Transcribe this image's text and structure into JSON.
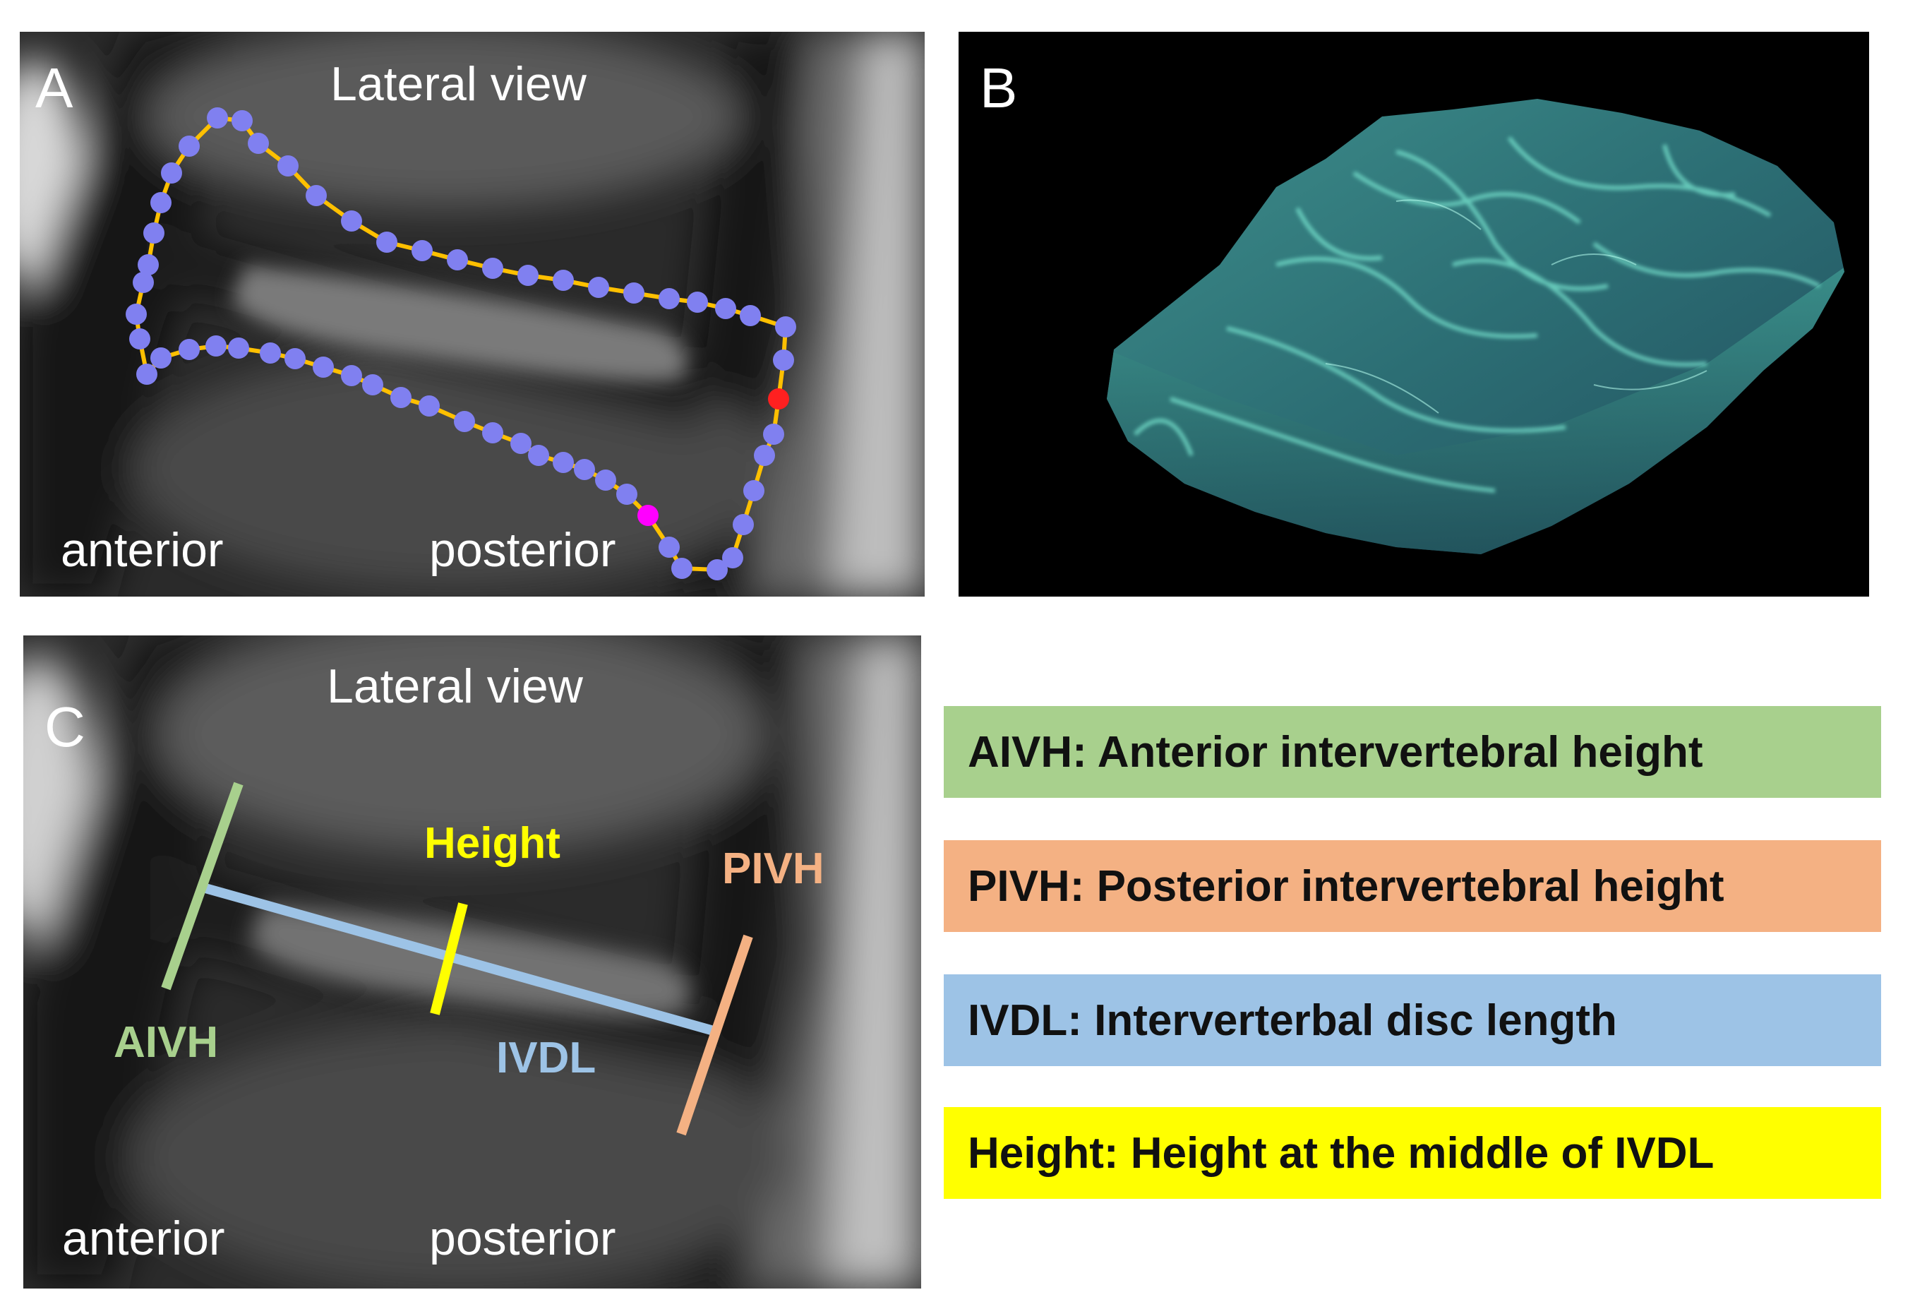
{
  "panels": {
    "a": {
      "label": "A",
      "title": "Lateral view",
      "anterior": "anterior",
      "posterior": "posterior"
    },
    "b": {
      "label": "B"
    },
    "c": {
      "label": "C",
      "title": "Lateral view",
      "anterior": "anterior",
      "posterior": "posterior",
      "measurements": {
        "aivh": "AIVH",
        "pivh": "PIVH",
        "ivdl": "IVDL",
        "height": "Height"
      }
    }
  },
  "legend": [
    {
      "text": "AIVH: Anterior intervertebral height",
      "color": "#a8d08d"
    },
    {
      "text": "PIVH: Posterior intervertebral height",
      "color": "#f4b183"
    },
    {
      "text": "IVDL: Interverterbal disc length",
      "color": "#9dc3e6"
    },
    {
      "text": "Height: Height at the middle of IVDL",
      "color": "#ffff00"
    }
  ],
  "colors": {
    "aivh": "#a8d08d",
    "pivh": "#f4b183",
    "ivdl": "#9dc3e6",
    "height": "#ffff00",
    "contour_line": "#ffc000",
    "contour_point": "#8080f0",
    "point_anterior": "#ff00ff",
    "point_posterior": "#ff2020"
  }
}
